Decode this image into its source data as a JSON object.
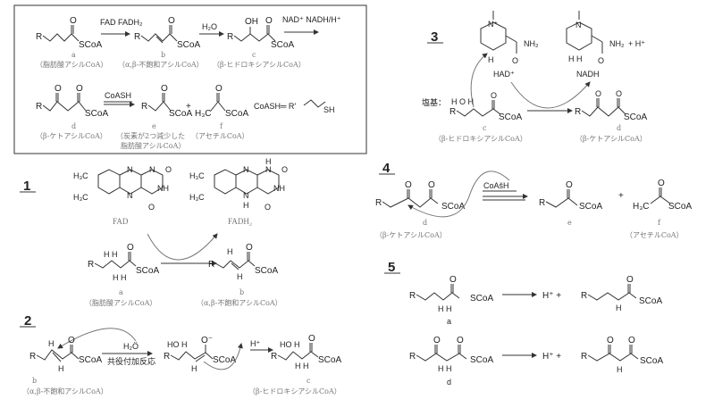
{
  "atoms": {
    "R": "R",
    "O": "O",
    "H": "H",
    "HH": "H  H",
    "SCoA": "SCoA",
    "OH": "OH",
    "HO_H": "HO  H",
    "H3C": "H₃C",
    "NH2": "NH₂",
    "NH": "NH",
    "N": "N",
    "N_plus": "N⁺",
    "O_minus": "O⁻",
    "H_plus": "H⁺",
    "plus": "+",
    "H_plus_plus": "H⁺  +",
    "plus_H_plus": "+  H⁺",
    "SH": "SH",
    "HOH": "H O  H"
  },
  "overview": {
    "reagents": {
      "fad_fadh2": "FAD  FADH₂",
      "h2o": "H₂O",
      "nad_nadh": "NAD⁺  NADH/H⁺",
      "coash": "CoASH",
      "coash_def": "CoASH═  R′"
    },
    "compounds": {
      "a": {
        "letter": "a",
        "name": "（脂肪酸アシルCoA）"
      },
      "b": {
        "letter": "b",
        "name": "（α,β-不飽和アシルCoA）"
      },
      "c": {
        "letter": "c",
        "name": "（β-ヒドロキシアシルCoA）"
      },
      "d": {
        "letter": "d",
        "name": "（β-ケトアシルCoA）"
      },
      "e": {
        "letter": "e",
        "name_line1": "（炭素が2つ減少した",
        "name_line2": "脂肪酸アシルCoA）"
      },
      "f": {
        "letter": "f",
        "name": "（アセチルCoA）"
      }
    }
  },
  "sections": {
    "s1": {
      "number": "1",
      "fad": "FAD",
      "fadh2": "FADH₂",
      "h3c": "H₃C"
    },
    "s2": {
      "number": "2",
      "reagent": "H₂Ö",
      "reaction": "共役付加反応"
    },
    "s3": {
      "number": "3",
      "had": "HAD⁺",
      "nadh": "NADH",
      "base": "塩基："
    },
    "s4": {
      "number": "4",
      "reagent": "CoAšH"
    },
    "s5": {
      "number": "5"
    }
  }
}
